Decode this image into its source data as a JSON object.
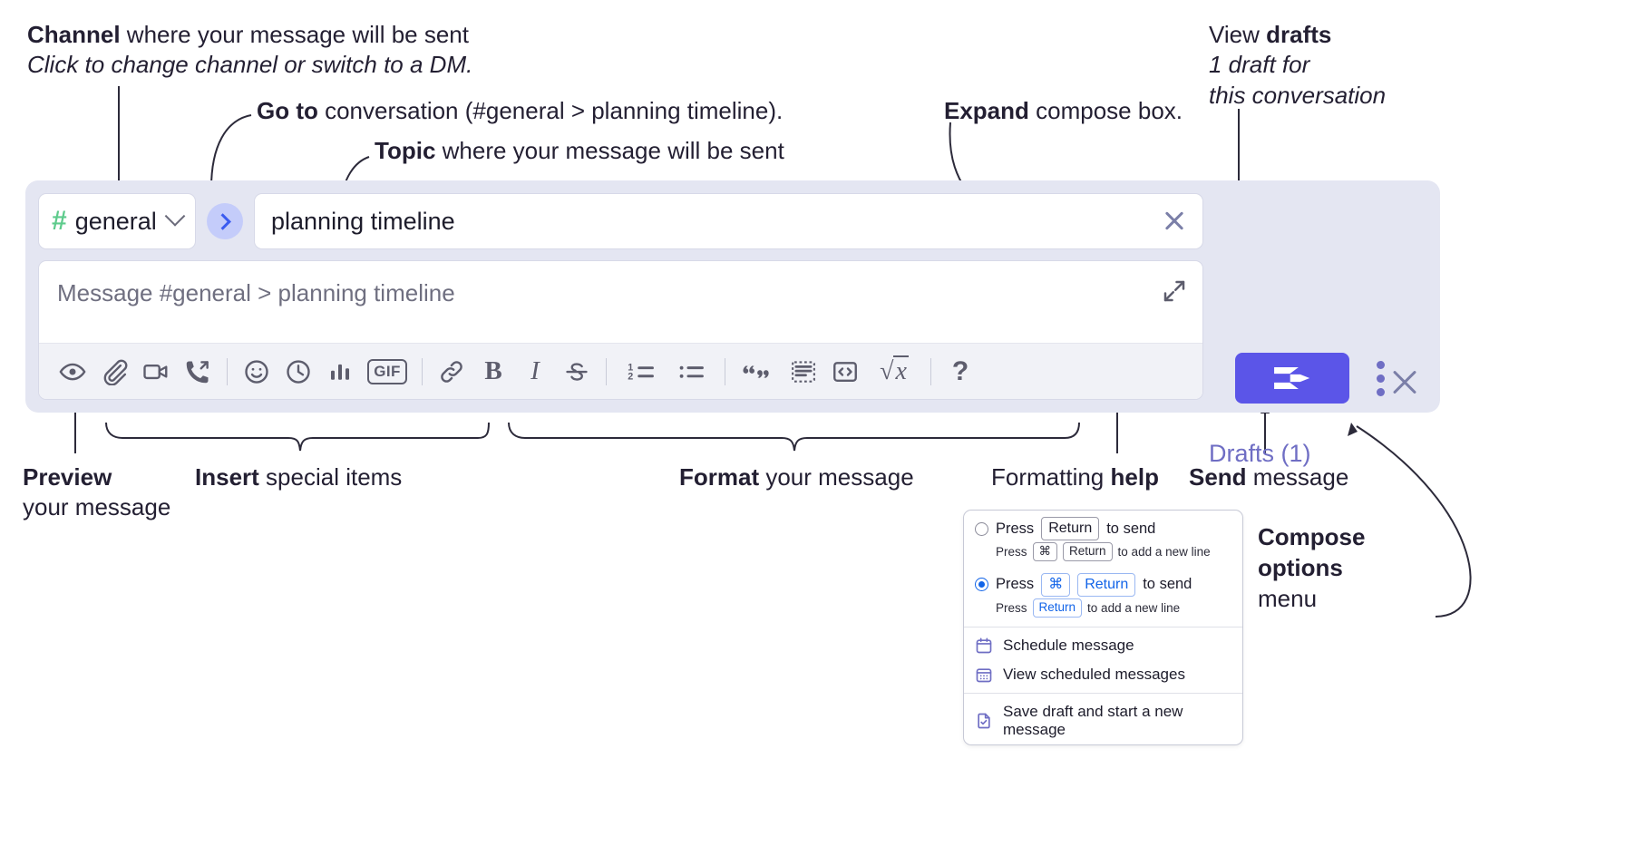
{
  "annotations": {
    "channel": {
      "bold": "Channel",
      "rest": " where your message will be sent",
      "italic": "Click to change channel or switch to a DM."
    },
    "goto": {
      "bold": "Go to",
      "rest": " conversation (#general > planning timeline)."
    },
    "topic": {
      "bold": "Topic",
      "rest": " where your message will be sent"
    },
    "expand": {
      "bold": "Expand",
      "rest": " compose box."
    },
    "drafts": {
      "pre": "View ",
      "bold": "drafts",
      "italic1": "1 draft for",
      "italic2": "this conversation"
    },
    "preview": {
      "bold": "Preview",
      "rest": "your message"
    },
    "insert": {
      "bold": "Insert",
      "rest": " special items"
    },
    "format": {
      "bold": "Format",
      "rest": " your message"
    },
    "help": {
      "pre": "Formatting ",
      "bold": "help"
    },
    "send": {
      "bold": "Send",
      "rest": " message"
    },
    "compose_options": {
      "bold1": "Compose",
      "bold2": "options",
      "rest": "menu"
    }
  },
  "compose": {
    "channel_name": "general",
    "channel_hash_icon": "hash-icon",
    "channel_chevron_icon": "chevron-down-icon",
    "goto_icon": "chevron-right-icon",
    "topic_value": "planning timeline",
    "topic_clear_icon": "close-icon",
    "message_placeholder": "Message #general > planning timeline",
    "expand_icon": "expand-diagonal-icon",
    "send_icon": "send-paper-plane-icon",
    "kebab_icon": "more-vertical-icon",
    "drafts_label": "Drafts (1)",
    "close_icon": "close-icon",
    "toolbar": [
      {
        "name": "preview-icon",
        "label": "Preview"
      },
      {
        "name": "attachment-icon",
        "label": "Attach file"
      },
      {
        "name": "video-icon",
        "label": "Record video"
      },
      {
        "name": "phone-icon",
        "label": "Call"
      },
      {
        "name": "emoji-icon",
        "label": "Emoji"
      },
      {
        "name": "clock-icon",
        "label": "Reminder"
      },
      {
        "name": "poll-icon",
        "label": "Poll"
      },
      {
        "name": "gif-icon",
        "label": "GIF"
      },
      {
        "name": "link-icon",
        "label": "Link"
      },
      {
        "name": "bold-icon",
        "label": "B"
      },
      {
        "name": "italic-icon",
        "label": "I"
      },
      {
        "name": "strikethrough-icon",
        "label": "Strikethrough"
      },
      {
        "name": "ordered-list-icon",
        "label": "Ordered list"
      },
      {
        "name": "bullet-list-icon",
        "label": "Bulleted list"
      },
      {
        "name": "blockquote-icon",
        "label": "Blockquote"
      },
      {
        "name": "code-block-icon",
        "label": "Code block"
      },
      {
        "name": "inline-code-icon",
        "label": "Code"
      },
      {
        "name": "math-icon",
        "label": "Math"
      },
      {
        "name": "help-icon",
        "label": "?"
      }
    ]
  },
  "menu": {
    "option1": {
      "pre": "Press ",
      "key": "Return",
      "post": " to send",
      "selected": false,
      "sub_pre": "Press ",
      "sub_key1": "⌘",
      "sub_key2": "Return",
      "sub_post": " to add a new line"
    },
    "option2": {
      "pre": "Press ",
      "key1": "⌘",
      "key2": "Return",
      "post": " to send",
      "selected": true,
      "sub_pre": "Press ",
      "sub_key": "Return",
      "sub_post": " to add a new line"
    },
    "items": [
      {
        "icon": "calendar-icon",
        "label": "Schedule message"
      },
      {
        "icon": "calendar-grid-icon",
        "label": "View scheduled messages"
      },
      {
        "icon": "save-draft-icon",
        "label": "Save draft and start a new message"
      }
    ]
  },
  "colors": {
    "accent_purple": "#5b55e8",
    "panel_lavender": "#e4e6f2",
    "hash_green": "#5ecb8c",
    "goto_blue": "#3b5bf0",
    "drafts_purple": "#6f6ec4",
    "radio_blue": "#1264e8"
  }
}
